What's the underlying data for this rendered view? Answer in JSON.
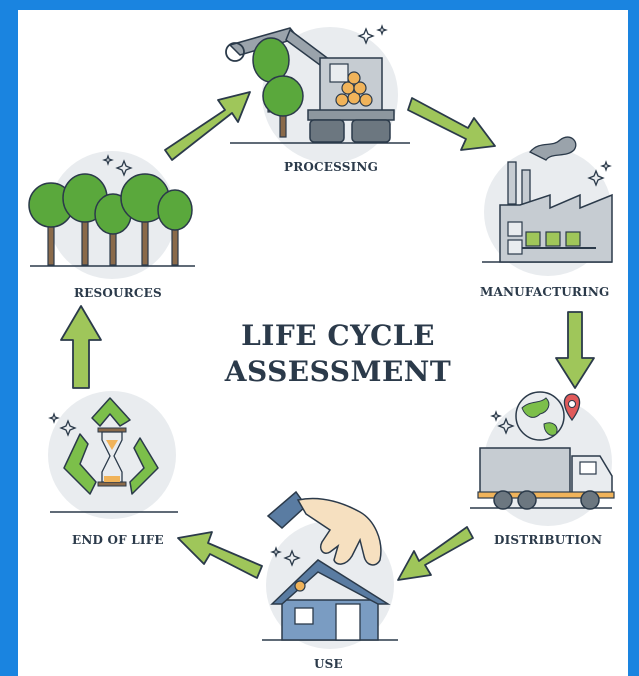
{
  "title_line1": "LIFE CYCLE",
  "title_line2": "ASSESSMENT",
  "stages": {
    "processing": "PROCESSING",
    "manufacturing": "MANUFACTURING",
    "distribution": "DISTRIBUTION",
    "use": "USE",
    "end_of_life": "END OF LIFE",
    "resources": "RESOURCES"
  },
  "colors": {
    "background": "#1a84e0",
    "canvas": "#ffffff",
    "arrow_green": "#9fc65a",
    "outline": "#2b3a4a",
    "tree_green": "#5aa83c",
    "circle_gray": "#e9ecef",
    "recycle_green": "#7cbf4a",
    "house_blue": "#7a9cc2",
    "location_pin": "#e05a5a"
  },
  "icons": [
    "tree-icon",
    "harvester-icon",
    "factory-icon",
    "globe-icon",
    "location-pin-icon",
    "truck-icon",
    "hand-icon",
    "house-icon",
    "recycle-icon",
    "hourglass-icon",
    "sparkle-icon"
  ]
}
